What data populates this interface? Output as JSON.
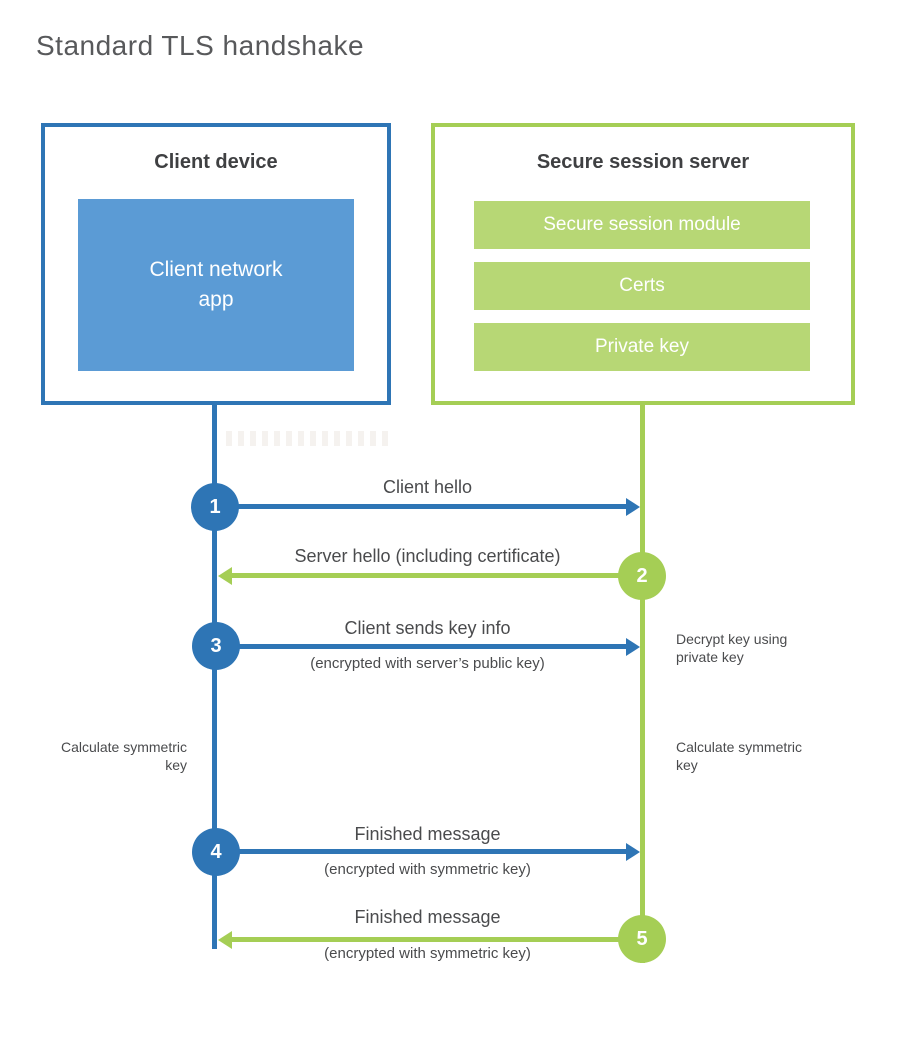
{
  "page": {
    "title": "Standard TLS handshake"
  },
  "colors": {
    "blue": "#2e75b5",
    "blue_fill": "#5b9bd5",
    "green": "#a5ce55",
    "green_fill": "#b7d775",
    "text_dark": "#3f4042",
    "text_med": "#4a4b4d",
    "title_gray": "#58595b"
  },
  "client": {
    "title": "Client device",
    "app_label": "Client network app"
  },
  "server": {
    "title": "Secure session server",
    "modules": [
      "Secure session module",
      "Certs",
      "Private key"
    ]
  },
  "steps": [
    {
      "num": "1",
      "label": "Client hello",
      "sublabel": "",
      "direction": "right",
      "from": "client",
      "to": "server"
    },
    {
      "num": "2",
      "label": "Server hello (including certificate)",
      "sublabel": "",
      "direction": "left",
      "from": "server",
      "to": "client"
    },
    {
      "num": "3",
      "label": "Client sends key info",
      "sublabel": "(encrypted with server’s public key)",
      "direction": "right",
      "from": "client",
      "to": "server"
    },
    {
      "num": "4",
      "label": "Finished message",
      "sublabel": "(encrypted with symmetric key)",
      "direction": "right",
      "from": "client",
      "to": "server"
    },
    {
      "num": "5",
      "label": "Finished message",
      "sublabel": "(encrypted with symmetric key)",
      "direction": "left",
      "from": "server",
      "to": "client"
    }
  ],
  "annotations": {
    "decrypt_note": "Decrypt key using private key",
    "calc_left": "Calculate symmetric key",
    "calc_right": "Calculate symmetric key"
  }
}
